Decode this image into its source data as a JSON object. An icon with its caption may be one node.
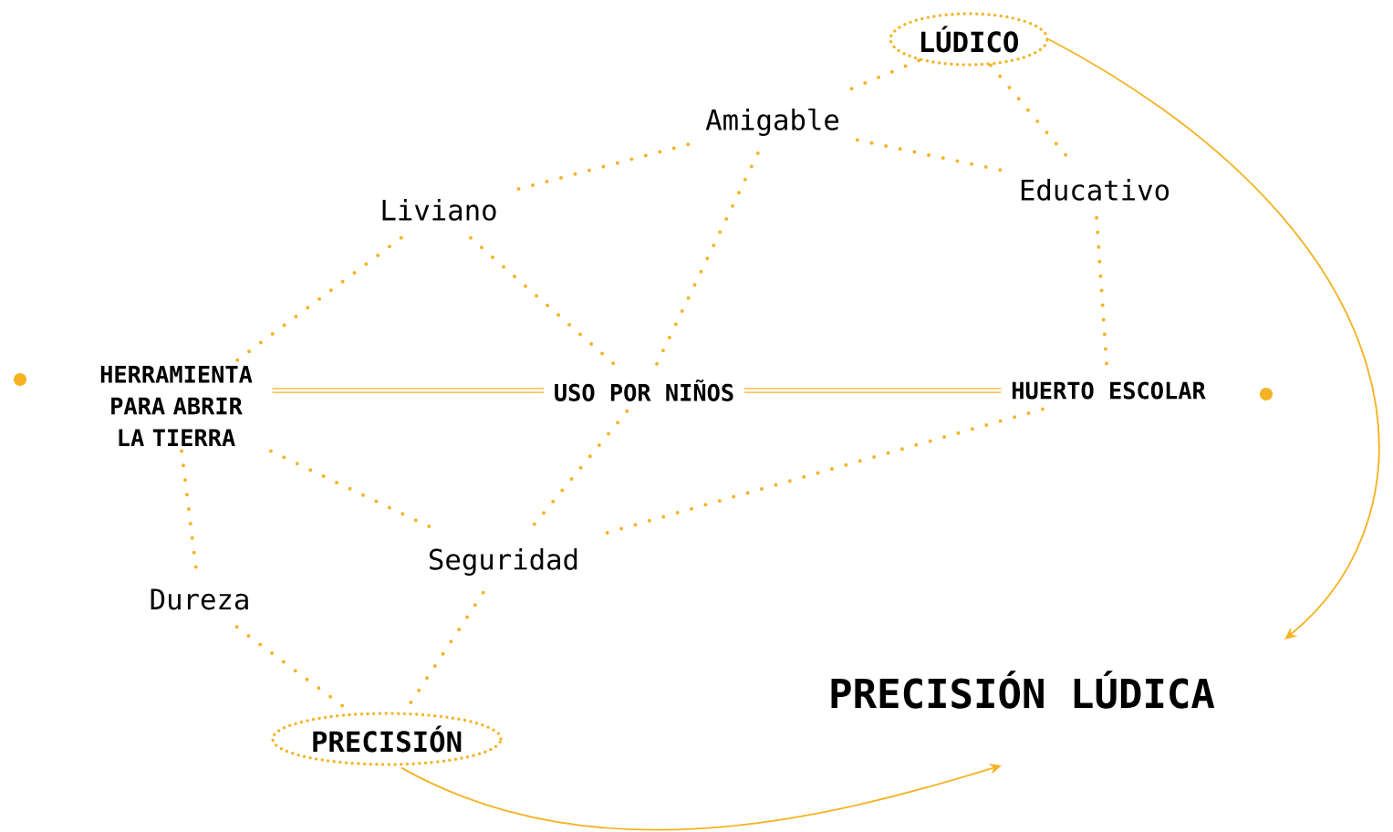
{
  "diagram": {
    "nodes": [
      {
        "text": [
          "LÚDICO"
        ]
      },
      {
        "text": [
          "Amigable"
        ]
      },
      {
        "text": [
          "Educativo"
        ]
      },
      {
        "text": [
          "Liviano"
        ]
      },
      {
        "text": [
          "HERRAMIENTA PARA ABRIR LA TIERRA"
        ]
      },
      {
        "text": [
          "USO POR NIÑOS"
        ]
      },
      {
        "text": [
          "HUERTO ESCOLAR"
        ]
      },
      {
        "text": [
          "Seguridad"
        ]
      },
      {
        "text": [
          "Dureza"
        ]
      },
      {
        "text": [
          "PRECISIÓN"
        ]
      },
      {
        "text": [
          "PRECISIÓN LÚDICA"
        ]
      }
    ],
    "edges": [
      {
        "from": 0,
        "to": 1,
        "arrow": "none",
        "style": "dashed"
      },
      {
        "from": 0,
        "to": 2,
        "arrow": "none",
        "style": "dashed"
      },
      {
        "from": 1,
        "to": 3,
        "arrow": "none",
        "style": "dashed"
      },
      {
        "from": 1,
        "to": 2,
        "arrow": "none",
        "style": "dashed"
      },
      {
        "from": 1,
        "to": 5,
        "arrow": "none",
        "style": "dashed"
      },
      {
        "from": 3,
        "to": 4,
        "arrow": "none",
        "style": "dashed"
      },
      {
        "from": 3,
        "to": 5,
        "arrow": "none",
        "style": "dashed"
      },
      {
        "from": 2,
        "to": 6,
        "arrow": "none",
        "style": "dashed"
      },
      {
        "from": 4,
        "to": 5,
        "arrow": "none"
      },
      {
        "from": 5,
        "to": 6,
        "arrow": "none"
      },
      {
        "from": 4,
        "to": 7,
        "arrow": "none",
        "style": "dashed"
      },
      {
        "from": 5,
        "to": 7,
        "arrow": "none",
        "style": "dashed"
      },
      {
        "from": 6,
        "to": 7,
        "arrow": "none",
        "style": "dashed"
      },
      {
        "from": 4,
        "to": 8,
        "arrow": "none",
        "style": "dashed"
      },
      {
        "from": 8,
        "to": 9,
        "arrow": "none",
        "style": "dashed"
      },
      {
        "from": 7,
        "to": 9,
        "arrow": "none",
        "style": "dashed"
      },
      {
        "from": 0,
        "to": 10,
        "arrow": "to"
      },
      {
        "from": 9,
        "to": 10,
        "arrow": "to"
      }
    ]
  }
}
